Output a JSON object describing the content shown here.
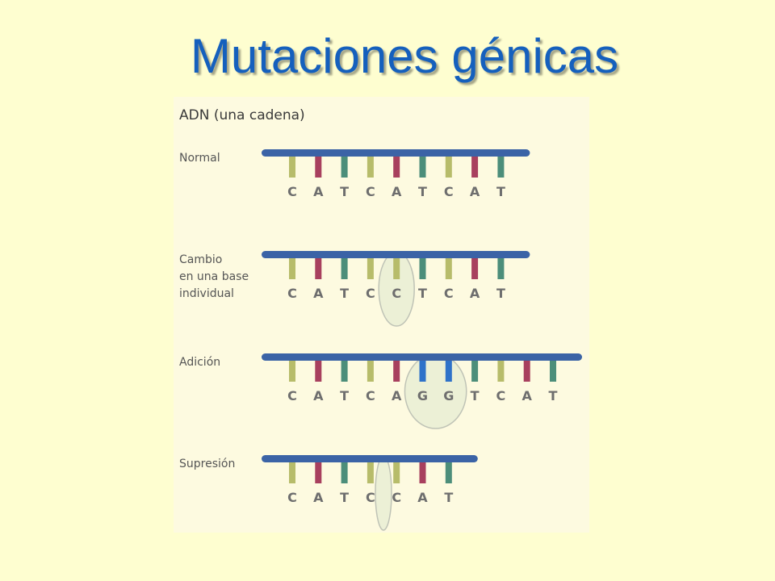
{
  "title": "Mutaciones génicas",
  "subtitle": "ADN (una cadena)",
  "colors": {
    "title": "#1560BD",
    "backbone": "#3B63A6",
    "C": "#B7BC6A",
    "A": "#A8405E",
    "T": "#4C8E7A",
    "G": "#2E72C9",
    "highlight_fill": "#ECF0D6",
    "highlight_stroke": "#BFC3B6"
  },
  "rows": [
    {
      "label_lines": [
        "Normal"
      ],
      "bases": [
        "C",
        "A",
        "T",
        "C",
        "A",
        "T",
        "C",
        "A",
        "T"
      ],
      "highlight": null
    },
    {
      "label_lines": [
        "Cambio",
        "en una base",
        "individual"
      ],
      "bases": [
        "C",
        "A",
        "T",
        "C",
        "C",
        "T",
        "C",
        "A",
        "T"
      ],
      "highlight": {
        "from": 4,
        "to": 4
      }
    },
    {
      "label_lines": [
        "Adición"
      ],
      "bases": [
        "C",
        "A",
        "T",
        "C",
        "A",
        "G",
        "G",
        "T",
        "C",
        "A",
        "T"
      ],
      "highlight": {
        "from": 5,
        "to": 6
      }
    },
    {
      "label_lines": [
        "Supresión"
      ],
      "bases": [
        "C",
        "A",
        "T",
        "C",
        "C",
        "A",
        "T"
      ],
      "highlight": {
        "between": 3
      }
    }
  ]
}
